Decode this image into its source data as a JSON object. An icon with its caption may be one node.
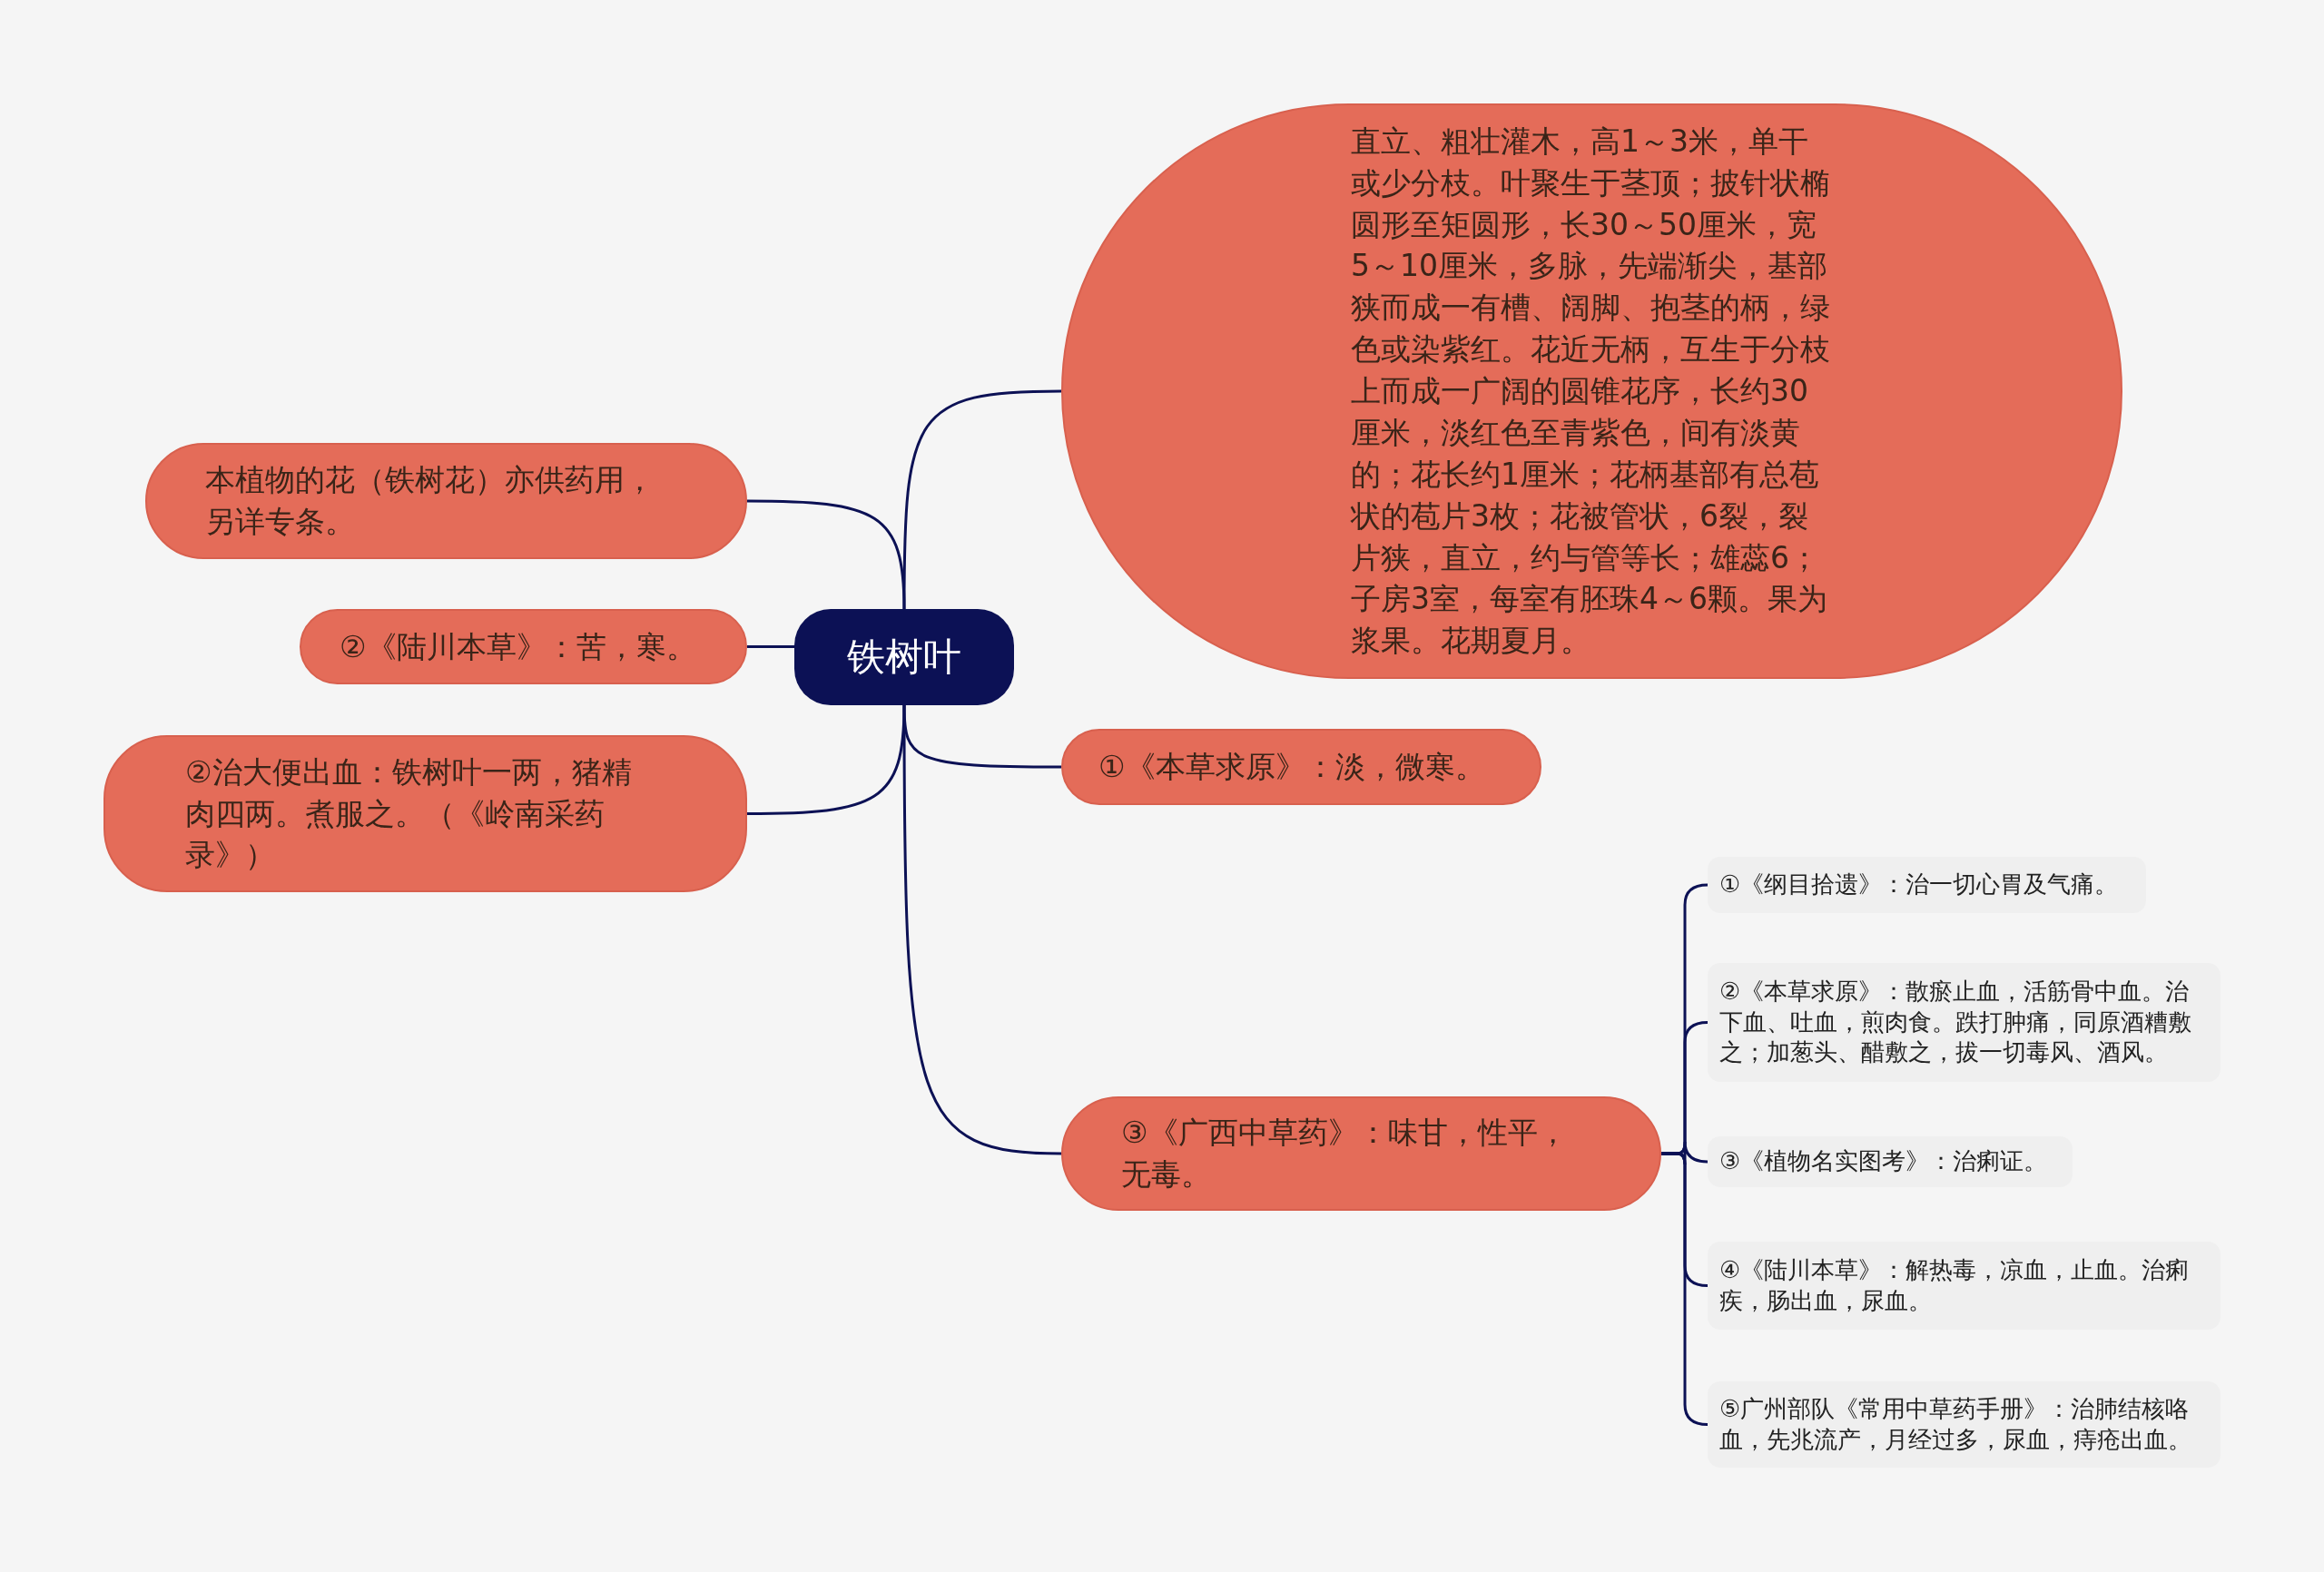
{
  "diagram": {
    "nodes": [
      {
        "text": [
          "铁树叶"
        ]
      },
      {
        "text": [
          "直立、粗壮灌木，高1～3米，单干或少分枝。叶聚生于茎顶；披针状椭圆形至矩圆形，长30～50厘米，宽5～10厘米，多脉，先端渐尖，基部狭而成一有槽、阔脚、抱茎的柄，绿色或染紫红。花近无柄，互生于分枝上而成一广阔的圆锥花序，长约30厘米，淡红色至青紫色，间有淡黄的；花长约1厘米；花柄基部有总苞状的苞片3枚；花被管状，6裂，裂片狭，直立，约与管等长；雄蕊6；子房3室，每室有胚珠4～6颗。果为浆果。花期夏月。"
        ]
      },
      {
        "text": [
          "本植物的花（铁树花）亦供药用，另详专条。"
        ]
      },
      {
        "text": [
          "②《陆川本草》：苦，寒。"
        ]
      },
      {
        "text": [
          "②治大便出血：铁树叶一两，猪精肉四两。煮服之。（《岭南采药录》）"
        ]
      },
      {
        "text": [
          "①《本草求原》：淡，微寒。"
        ]
      },
      {
        "text": [
          "③《广西中草药》：味甘，性平，无毒。"
        ]
      },
      {
        "text": [
          "①《纲目拾遗》：治一切心胃及气痛。"
        ]
      },
      {
        "text": [
          "②《本草求原》：散瘀止血，活筋骨中血。治下血、吐血，煎肉食。跌打肿痛，同原酒糟敷之；加葱头、醋敷之，拔一切毒风、酒风。"
        ]
      },
      {
        "text": [
          "③《植物名实图考》：治痢证。"
        ]
      },
      {
        "text": [
          "④《陆川本草》：解热毒，凉血，止血。治痢疾，肠出血，尿血。"
        ]
      },
      {
        "text": [
          "⑤广州部队《常用中草药手册》：治肺结核咯血，先兆流产，月经过多，尿血，痔疮出血。"
        ]
      }
    ],
    "edges": [
      {
        "from": 0,
        "to": 1,
        "arrow": "none"
      },
      {
        "from": 0,
        "to": 2,
        "arrow": "none"
      },
      {
        "from": 0,
        "to": 3,
        "arrow": "none"
      },
      {
        "from": 0,
        "to": 4,
        "arrow": "none"
      },
      {
        "from": 0,
        "to": 5,
        "arrow": "none"
      },
      {
        "from": 0,
        "to": 6,
        "arrow": "none"
      },
      {
        "from": 6,
        "to": 7,
        "arrow": "none"
      },
      {
        "from": 6,
        "to": 8,
        "arrow": "none"
      },
      {
        "from": 6,
        "to": 9,
        "arrow": "none"
      },
      {
        "from": 6,
        "to": 10,
        "arrow": "none"
      },
      {
        "from": 6,
        "to": 11,
        "arrow": "none"
      }
    ]
  }
}
